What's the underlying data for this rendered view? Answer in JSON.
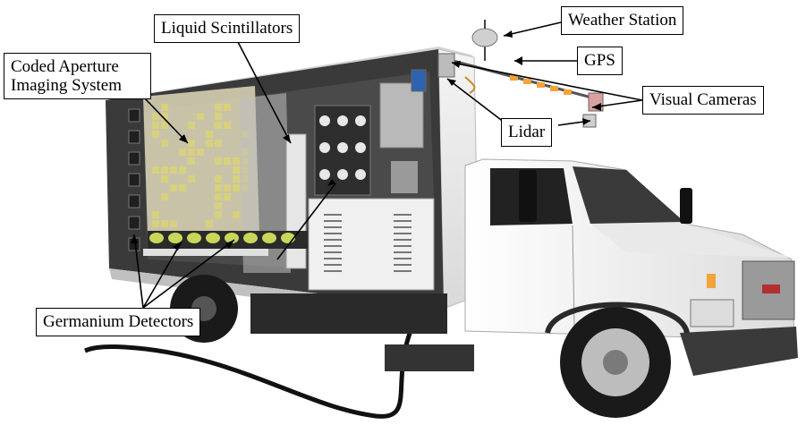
{
  "labels": {
    "coded_aperture": "Coded Aperture Imaging System",
    "liquid_scintillators": "Liquid Scintillators",
    "weather_station": "Weather Station",
    "gps": "GPS",
    "visual_cameras": "Visual Cameras",
    "lidar": "Lidar",
    "germanium_detectors": "Germanium Detectors"
  },
  "colors": {
    "truck_body": "#eeeeee",
    "cargo_interior": "#3a3a3a",
    "detector_green": "#c9d65a",
    "mask_yellow": "#d8d27a",
    "tire": "#1a1a1a",
    "amber": "#f2a33a",
    "cable": "#111111"
  }
}
